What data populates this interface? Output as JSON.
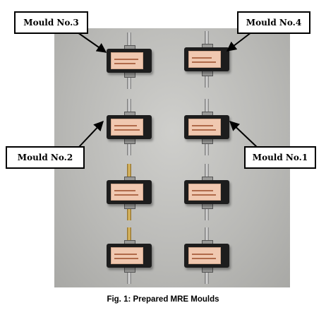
{
  "figure": {
    "caption": "Fig. 1: Prepared MRE Moulds",
    "callouts": {
      "mould3": "Mould No.3",
      "mould4": "Mould No.4",
      "mould2": "Mould No.2",
      "mould1": "Mould No.1"
    },
    "colors": {
      "mould_body": "#1d1d1d",
      "label": "#f0c8b0",
      "background": "#b9b9b6"
    }
  }
}
